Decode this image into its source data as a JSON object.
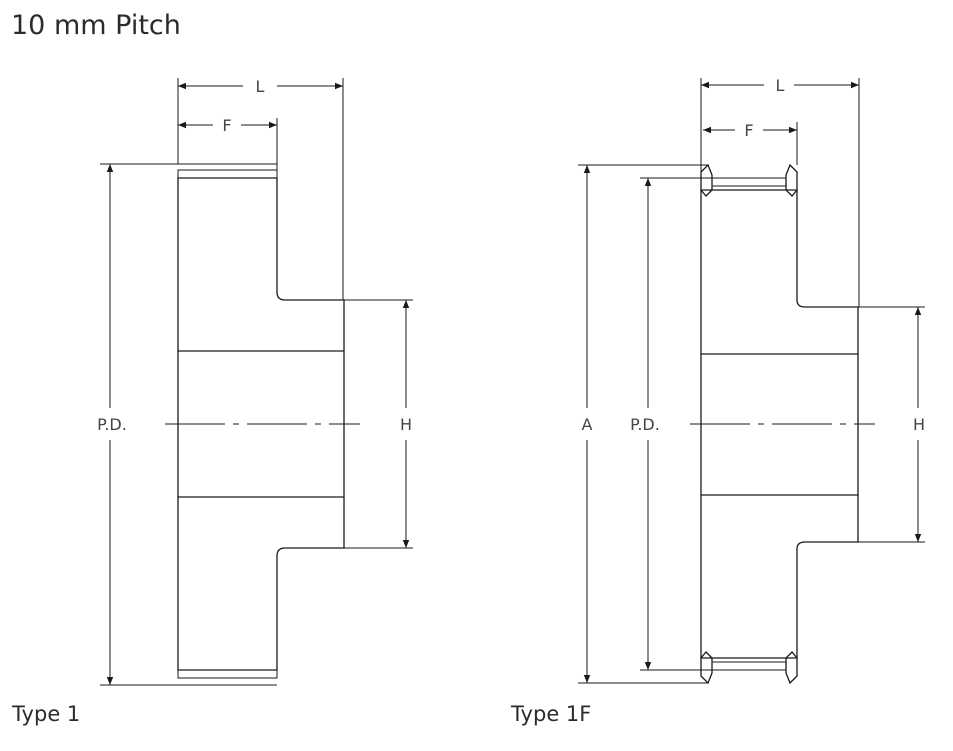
{
  "page": {
    "title": "10 mm Pitch"
  },
  "type1": {
    "label": "Type 1",
    "dims": {
      "L": "L",
      "F": "F",
      "PD": "P.D.",
      "H": "H"
    }
  },
  "type1F": {
    "label": "Type 1F",
    "dims": {
      "L": "L",
      "F": "F",
      "A": "A",
      "PD": "P.D.",
      "H": "H"
    }
  }
}
